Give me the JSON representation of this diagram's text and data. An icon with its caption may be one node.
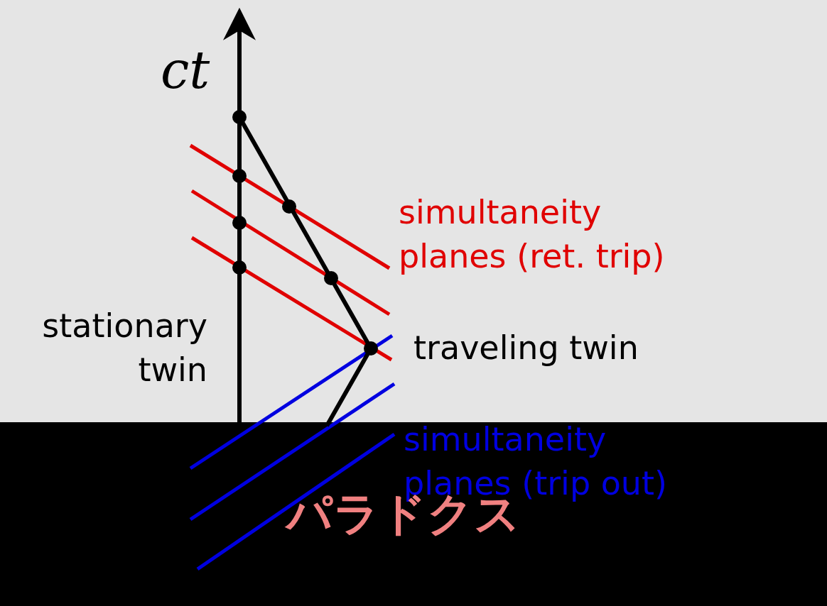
{
  "diagram": {
    "labels": [
      "ct",
      "simultaneity planes (ret. trip)",
      "stationary twin",
      "traveling twin",
      "simultaneity planes (trip out)",
      "パラドクス"
    ]
  }
}
